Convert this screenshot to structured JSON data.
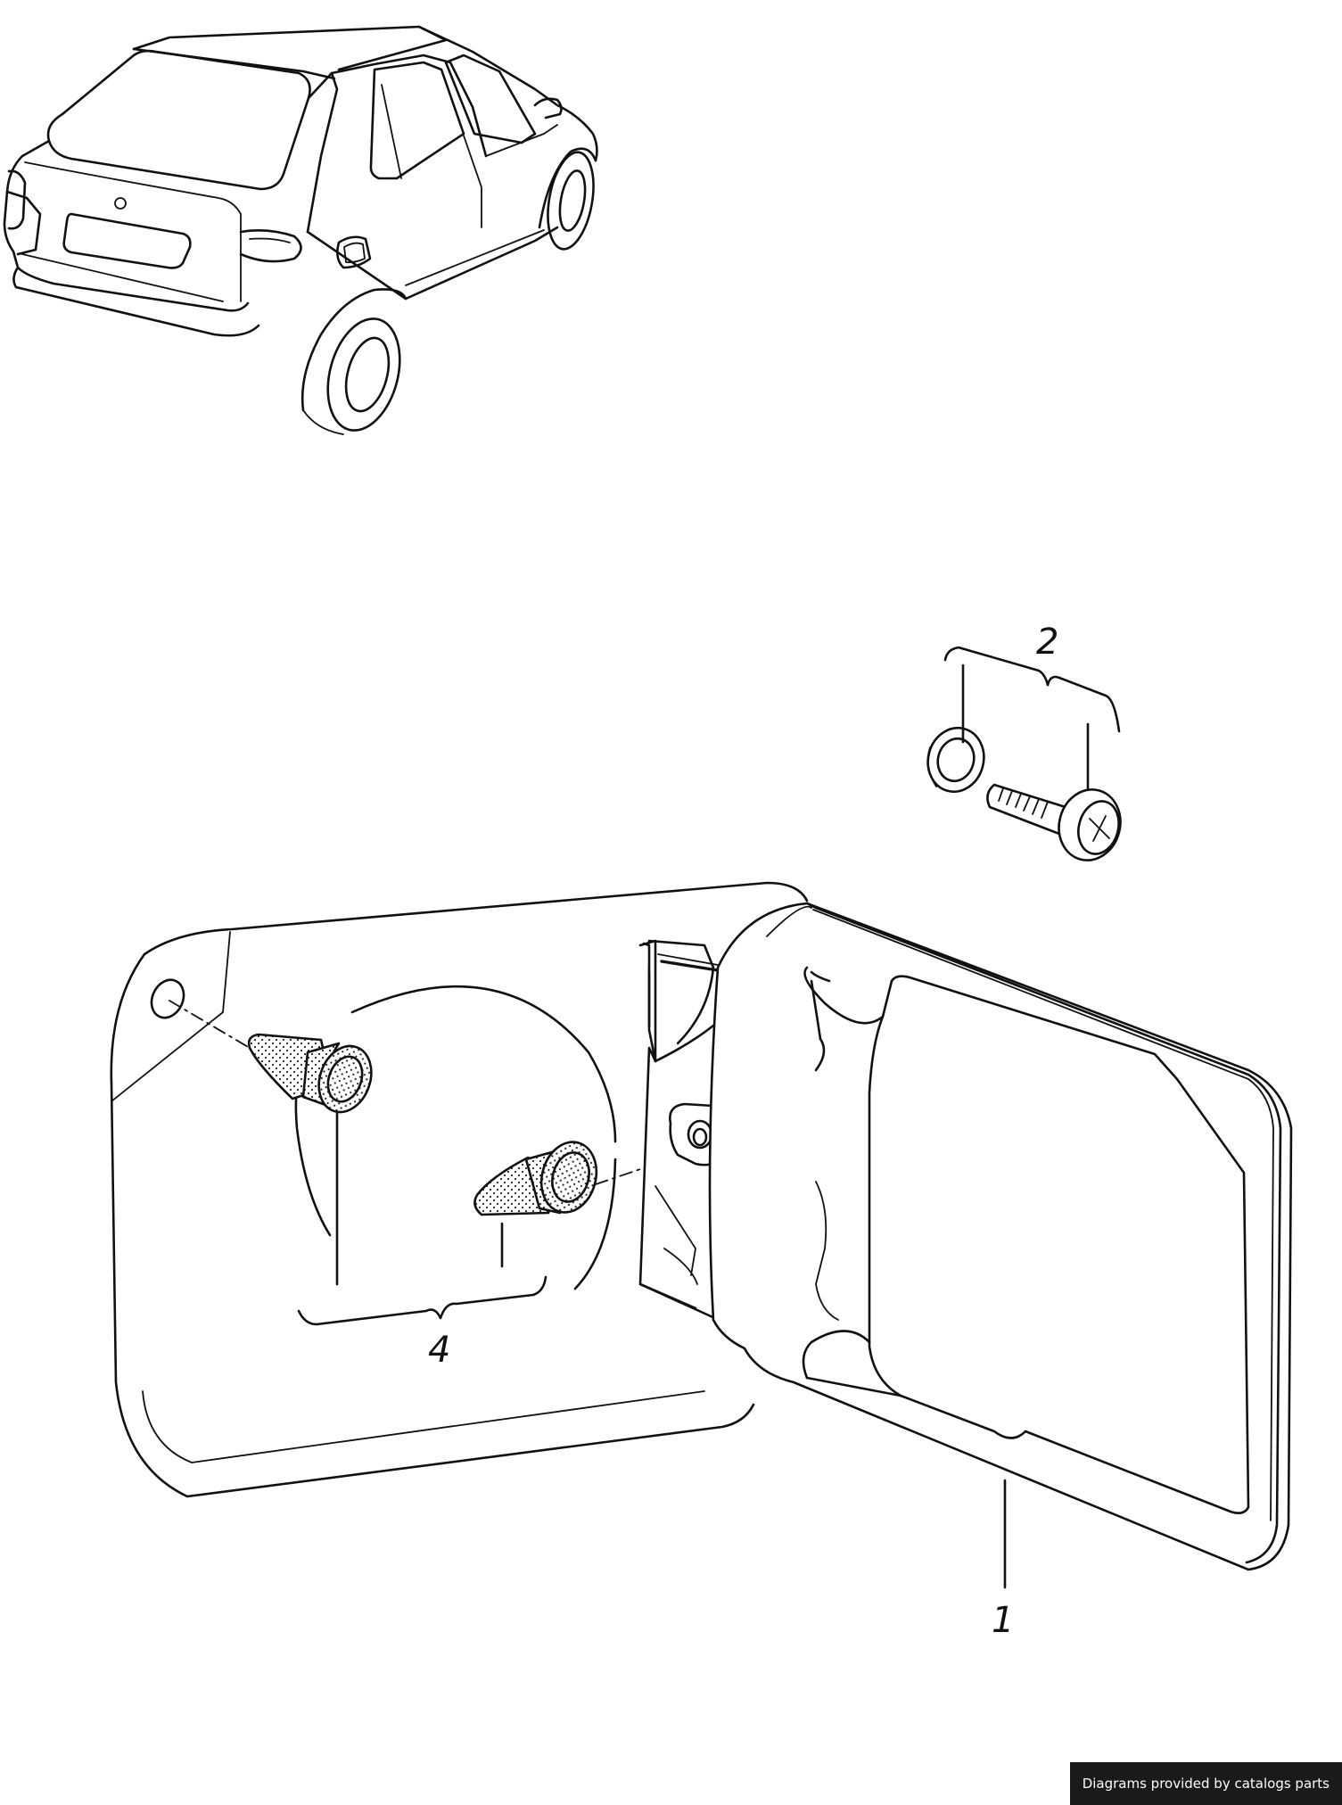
{
  "callouts": [
    {
      "id": "part-1",
      "label": "1"
    },
    {
      "id": "part-2",
      "label": "2"
    },
    {
      "id": "part-4",
      "label": "4"
    }
  ],
  "credit": "Diagrams provided by catalogs parts",
  "icons": [
    "car-rear-view-illustration",
    "fuel-flap-illustration",
    "screw-and-washer-illustration",
    "rubber-buffer-illustration"
  ]
}
